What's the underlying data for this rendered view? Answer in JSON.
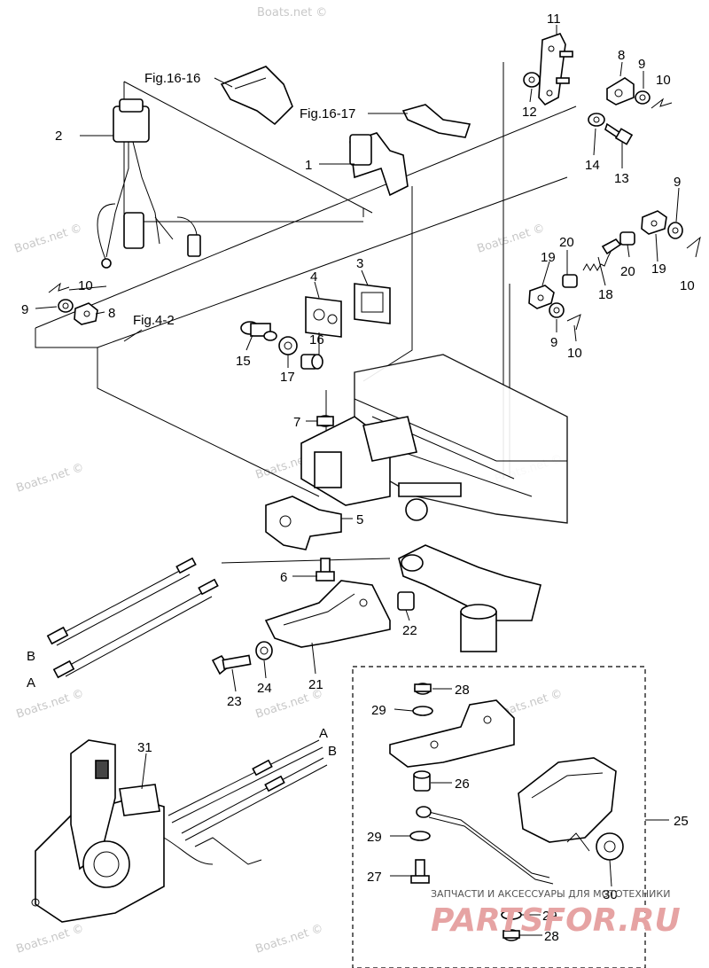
{
  "figure_refs": {
    "fig_16_16": "Fig.16-16",
    "fig_16_17": "Fig.16-17",
    "fig_4_2": "Fig.4-2"
  },
  "parts": {
    "p1": "1",
    "p2": "2",
    "p3": "3",
    "p4": "4",
    "p5": "5",
    "p6": "6",
    "p7": "7",
    "p8a": "8",
    "p8b": "8",
    "p9a": "9",
    "p9b": "9",
    "p9c": "9",
    "p9d": "9",
    "p10a": "10",
    "p10b": "10",
    "p10c": "10",
    "p10d": "10",
    "p11": "11",
    "p12": "12",
    "p13": "13",
    "p14": "14",
    "p15": "15",
    "p16": "16",
    "p17": "17",
    "p18": "18",
    "p19a": "19",
    "p19b": "19",
    "p20a": "20",
    "p20b": "20",
    "p21": "21",
    "p22": "22",
    "p23": "23",
    "p24": "24",
    "p25": "25",
    "p26": "26",
    "p27": "27",
    "p28a": "28",
    "p28b": "28",
    "p29a": "29",
    "p29b": "29",
    "p29c": "29",
    "p30": "30",
    "p31": "31"
  },
  "cables": {
    "a_left": "A",
    "b_left": "B",
    "a_right": "A",
    "b_right": "B"
  },
  "watermark": "Boats.net ©",
  "footer": {
    "caption": "ЗАПЧАСТИ И АКСЕССУАРЫ ДЛЯ МОТОТЕХНИКИ",
    "brand": "PARTSFOR.RU"
  }
}
